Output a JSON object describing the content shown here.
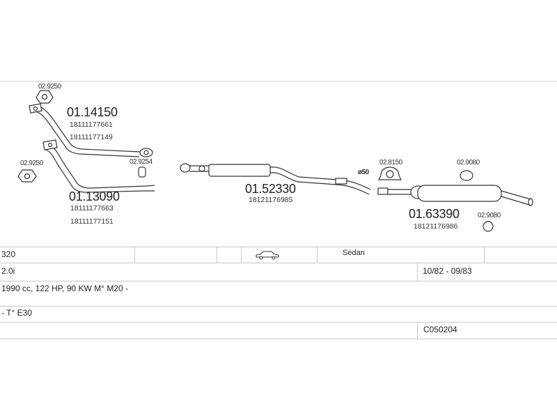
{
  "parts": {
    "p1": {
      "number": "01.14150",
      "refs": [
        "18111177661",
        "18111177149"
      ]
    },
    "p2": {
      "number": "01.13090",
      "refs": [
        "18111177663",
        "18111177151"
      ]
    },
    "p3": {
      "number": "01.52330",
      "refs": [
        "18121176985"
      ]
    },
    "p4": {
      "number": "01.63390",
      "refs": [
        "18121176986"
      ]
    }
  },
  "small_parts": {
    "a": "02.9250",
    "b": "02.9250",
    "c": "02.9254",
    "d": "02.8150",
    "e": "02.9080",
    "f": "02.9080"
  },
  "diameter_label": "ø50",
  "table": {
    "model": "320",
    "body_type": "Sedan",
    "engine": "2.0i",
    "years": "10/82 - 09/83",
    "spec": "1990 cc, 122 HP, 90 KW M° M20 -",
    "type": "- T° E30",
    "code": "C050204"
  }
}
